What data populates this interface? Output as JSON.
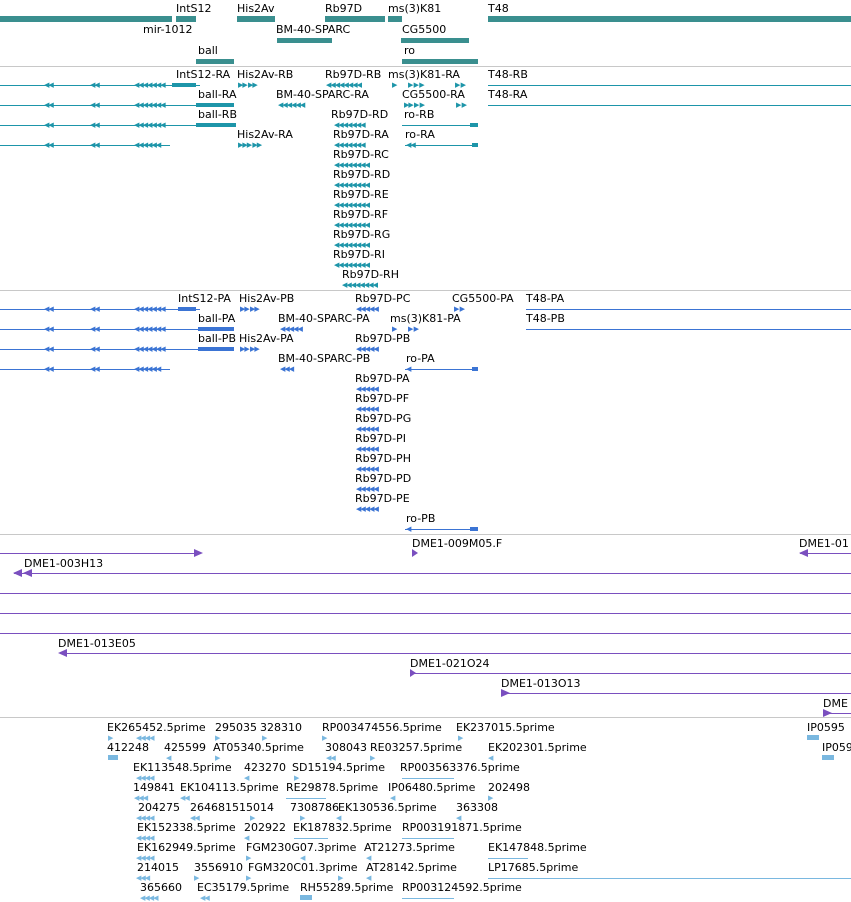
{
  "colors": {
    "gene": "#3a8f8f",
    "transcript_a": "#1d95a9",
    "transcript_b": "#3b74d4",
    "clone": "#7a4fbf",
    "est": "#7ab8e0",
    "separator": "#c8c8c8"
  },
  "genes": {
    "labels": [
      "IntS12",
      "His2Av",
      "Rb97D",
      "ms(3)K81",
      "T48",
      "mir-1012",
      "BM-40-SPARC",
      "CG5500",
      "ball",
      "ro"
    ]
  },
  "transcripts_a": {
    "labels": [
      "IntS12-RA",
      "His2Av-RB",
      "Rb97D-RB",
      "ms(3)K81-RA",
      "T48-RB",
      "ball-RA",
      "BM-40-SPARC-RA",
      "CG5500-RA",
      "T48-RA",
      "ball-RB",
      "Rb97D-RD",
      "ro-RB",
      "His2Av-RA",
      "Rb97D-RA",
      "ro-RA",
      "Rb97D-RC",
      "Rb97D-RD",
      "Rb97D-RE",
      "Rb97D-RF",
      "Rb97D-RG",
      "Rb97D-RI",
      "Rb97D-RH"
    ]
  },
  "transcripts_b": {
    "labels": [
      "IntS12-PA",
      "His2Av-PB",
      "Rb97D-PC",
      "CG5500-PA",
      "T48-PA",
      "ball-PA",
      "BM-40-SPARC-PA",
      "ms(3)K81-PA",
      "T48-PB",
      "ball-PB",
      "His2Av-PA",
      "Rb97D-PB",
      "BM-40-SPARC-PB",
      "ro-PA",
      "Rb97D-PA",
      "Rb97D-PF",
      "Rb97D-PG",
      "Rb97D-PI",
      "Rb97D-PH",
      "Rb97D-PD",
      "Rb97D-PE",
      "ro-PB"
    ]
  },
  "clones": {
    "labels": [
      "DME1-009M05.F",
      "DME1-01",
      "DME1-003H13",
      "DME1-013E05",
      "DME1-021O24",
      "DME1-013O13",
      "DME"
    ]
  },
  "ests": {
    "labels": [
      "EK265452.5prime",
      "295035",
      "328310",
      "RP003474556.5prime",
      "EK237015.5prime",
      "IP0595",
      "412248",
      "425599",
      "AT05340.5prime",
      "308043",
      "RE03257.5prime",
      "EK202301.5prime",
      "IP059",
      "EK113548.5prime",
      "423270",
      "SD15194.5prime",
      "RP003563376.5prime",
      "149841",
      "EK104113.5prime",
      "RE29878.5prime",
      "IP06480.5prime",
      "202498",
      "204275",
      "264681",
      "515014",
      "7308786",
      "EK130536.5prime",
      "363308",
      "EK152338.5prime",
      "202922",
      "EK187832.5prime",
      "RP003191871.5prime",
      "EK162949.5prime",
      "FGM230G07.3prime",
      "AT21273.5prime",
      "EK147848.5prime",
      "214015",
      "3556910",
      "FGM320C01.3prime",
      "AT28142.5prime",
      "LP17685.5prime",
      "365660",
      "EC35179.5prime",
      "RH55289.5prime",
      "RP003124592.5prime"
    ]
  }
}
